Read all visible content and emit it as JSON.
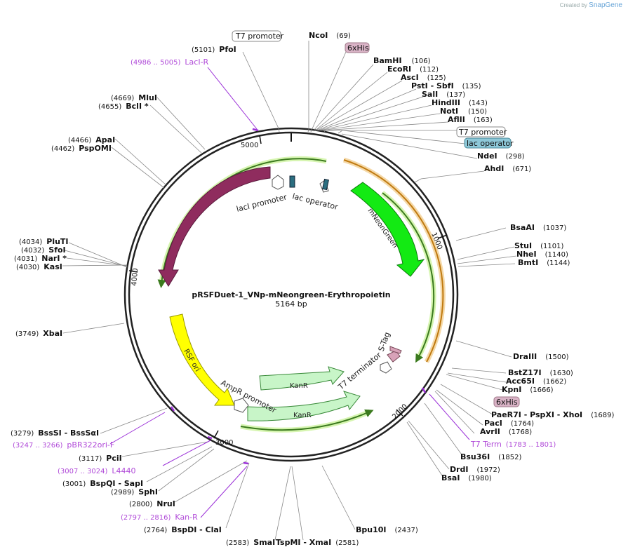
{
  "credit": {
    "prefix": "Created by",
    "brand": "SnapGene"
  },
  "plasmid": {
    "name": "pRSFDuet-1_VNp-mNeongreen-Erythropoietin",
    "size": "5164 bp"
  },
  "ticks": [
    "1000",
    "2000",
    "3000",
    "4000",
    "5000"
  ],
  "features": [
    {
      "label": "lacI",
      "color": "#8f2c5e"
    },
    {
      "label": "mNeonGreen",
      "color": "#13ea13"
    },
    {
      "label": "RSF ori",
      "color": "#ffff00"
    },
    {
      "label": "KanR",
      "color": "#c8f5c8"
    },
    {
      "label": "KanR",
      "color": "#c8f5c8"
    },
    {
      "label": "lacI promoter",
      "color": "#ffffff"
    },
    {
      "label": "lac operator",
      "color": "#ffffff"
    },
    {
      "label": "AmpR promoter",
      "color": "#ffffff"
    },
    {
      "label": "T7 terminator",
      "color": "#ffffff"
    },
    {
      "label": "S-Tag",
      "color": "#d8a2b8"
    }
  ],
  "sites": [
    {
      "pre": "(5101)",
      "name": "PfoI",
      "post": ""
    },
    {
      "pre": "",
      "name": "NcoI",
      "post": "(69)"
    },
    {
      "pre": "",
      "name": "BamHI",
      "post": "(106)"
    },
    {
      "pre": "",
      "name": "EcoRI",
      "post": "(112)"
    },
    {
      "pre": "",
      "name": "AscI",
      "post": "(125)"
    },
    {
      "pre": "",
      "name": "PstI - SbfI",
      "post": "(135)"
    },
    {
      "pre": "",
      "name": "SalI",
      "post": "(137)"
    },
    {
      "pre": "",
      "name": "HindIII",
      "post": "(143)"
    },
    {
      "pre": "",
      "name": "NotI",
      "post": "(150)"
    },
    {
      "pre": "",
      "name": "AflII",
      "post": "(163)"
    },
    {
      "pre": "",
      "name": "NdeI",
      "post": "(298)"
    },
    {
      "pre": "",
      "name": "AhdI",
      "post": "(671)"
    },
    {
      "pre": "",
      "name": "BsaAI",
      "post": "(1037)"
    },
    {
      "pre": "",
      "name": "StuI",
      "post": "(1101)"
    },
    {
      "pre": "",
      "name": "NheI",
      "post": "(1140)"
    },
    {
      "pre": "",
      "name": "BmtI",
      "post": "(1144)"
    },
    {
      "pre": "",
      "name": "DraIII",
      "post": "(1500)"
    },
    {
      "pre": "",
      "name": "BstZ17I",
      "post": "(1630)"
    },
    {
      "pre": "",
      "name": "Acc65I",
      "post": "(1662)"
    },
    {
      "pre": "",
      "name": "KpnI",
      "post": "(1666)"
    },
    {
      "pre": "",
      "name": "PaeR7I - PspXI - XhoI",
      "post": "(1689)"
    },
    {
      "pre": "",
      "name": "PacI",
      "post": "(1764)"
    },
    {
      "pre": "",
      "name": "AvrII",
      "post": "(1768)"
    },
    {
      "pre": "",
      "name": "Bsu36I",
      "post": "(1852)"
    },
    {
      "pre": "",
      "name": "DrdI",
      "post": "(1972)"
    },
    {
      "pre": "",
      "name": "BsaI",
      "post": "(1980)"
    },
    {
      "pre": "",
      "name": "Bpu10I",
      "post": "(2437)"
    },
    {
      "pre": "(2581)",
      "name": "TspMI - XmaI",
      "post": ""
    },
    {
      "pre": "(2583)",
      "name": "SmaI",
      "post": ""
    },
    {
      "pre": "(2764)",
      "name": "BspDI - ClaI",
      "post": ""
    },
    {
      "pre": "(2800)",
      "name": "NruI",
      "post": ""
    },
    {
      "pre": "(2989)",
      "name": "SphI",
      "post": ""
    },
    {
      "pre": "(3001)",
      "name": "BspQI - SapI",
      "post": ""
    },
    {
      "pre": "(3117)",
      "name": "PciI",
      "post": ""
    },
    {
      "pre": "(3279)",
      "name": "BssSI - BssSαI",
      "post": ""
    },
    {
      "pre": "(3749)",
      "name": "XbaI",
      "post": ""
    },
    {
      "pre": "(4030)",
      "name": "KasI",
      "post": ""
    },
    {
      "pre": "(4031)",
      "name": "NarI *",
      "post": ""
    },
    {
      "pre": "(4032)",
      "name": "SfoI",
      "post": ""
    },
    {
      "pre": "(4034)",
      "name": "PluTI",
      "post": ""
    },
    {
      "pre": "(4462)",
      "name": "PspOMI",
      "post": ""
    },
    {
      "pre": "(4466)",
      "name": "ApaI",
      "post": ""
    },
    {
      "pre": "(4655)",
      "name": "BclI *",
      "post": ""
    },
    {
      "pre": "(4669)",
      "name": "MluI",
      "post": ""
    }
  ],
  "primers": [
    {
      "range": "(4986 .. 5005)",
      "name": "LacI-R"
    },
    {
      "range": "(1783 .. 1801)",
      "name": "T7 Term"
    },
    {
      "range": "(2797 .. 2816)",
      "name": "Kan-R"
    },
    {
      "range": "(3007 .. 3024)",
      "name": "L4440"
    },
    {
      "range": "(3247 .. 3266)",
      "name": "pBR322ori-F"
    }
  ],
  "boxed": [
    {
      "label": "T7 promoter",
      "color": "#ffffff"
    },
    {
      "label": "6xHis",
      "color": "#d9b3c6"
    },
    {
      "label": "T7 promoter",
      "color": "#ffffff"
    },
    {
      "label": "lac operator",
      "color": "#8ec8d8"
    },
    {
      "label": "6xHis",
      "color": "#d9b3c6"
    }
  ]
}
